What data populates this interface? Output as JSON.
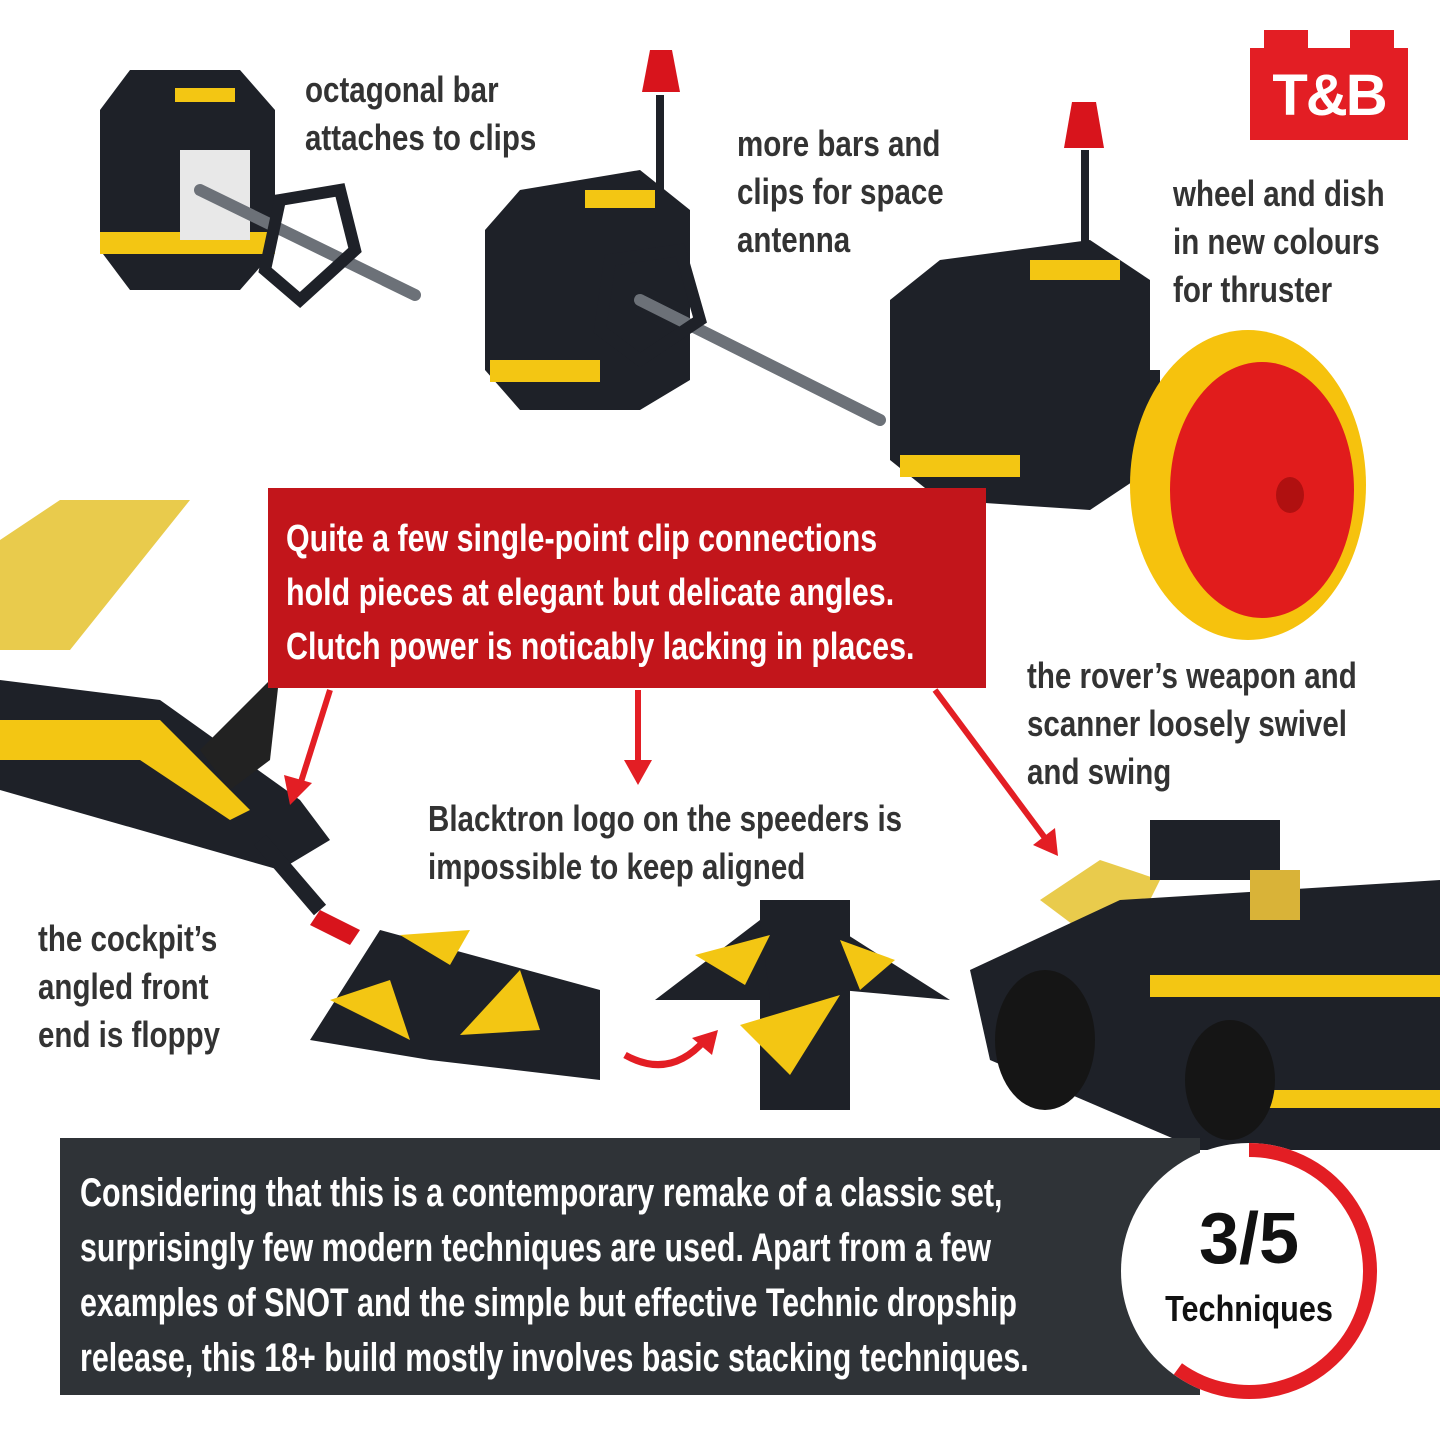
{
  "logo": {
    "text": "T&B",
    "color": "#e31e24"
  },
  "captions": {
    "octagonal": [
      "octagonal bar",
      "attaches to clips"
    ],
    "antenna": [
      "more bars and",
      "clips for space",
      "antenna"
    ],
    "thruster": [
      "wheel and dish",
      "in new colours",
      "for thruster"
    ],
    "rover": [
      "the rover’s weapon and",
      "scanner loosely swivel",
      "and swing"
    ],
    "logo_align": [
      "Blacktron logo on the speeders is",
      "impossible to keep aligned"
    ],
    "cockpit": [
      "the cockpit’s",
      "angled front",
      "end is floppy"
    ]
  },
  "callout": {
    "lines": [
      "Quite a few single-point clip connections",
      "hold pieces at elegant but delicate angles.",
      "Clutch power is noticably lacking in places."
    ],
    "color": "#c2151b"
  },
  "summary": {
    "lines": [
      "Considering that this is a contemporary remake of a classic set,",
      "surprisingly few modern techniques are used. Apart from a few",
      "examples of SNOT and the simple but effective Technic dropship",
      "release, this 18+ build mostly involves basic stacking techniques."
    ]
  },
  "rating": {
    "score": "3/5",
    "label": "Techniques",
    "value": 3,
    "max": 5,
    "color": "#e31e24"
  }
}
